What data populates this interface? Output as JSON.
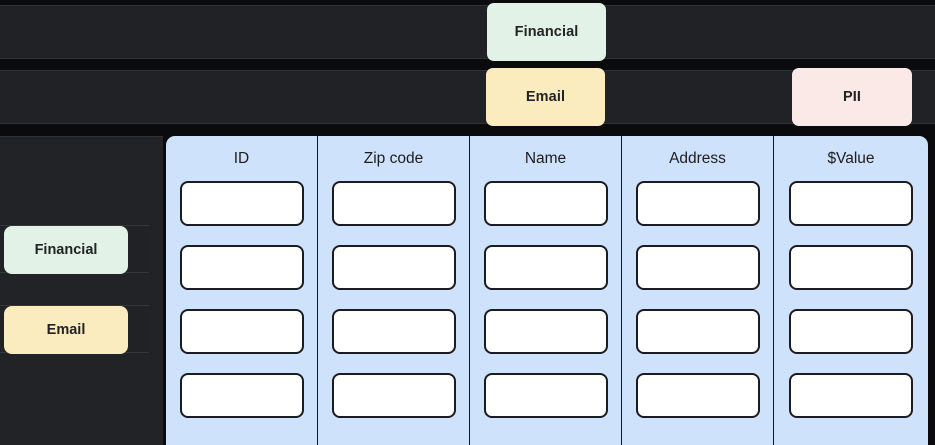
{
  "theme": {
    "page_background": "#0b0b0d",
    "row_background": "#212225",
    "sidebar_background": "#222326",
    "column_background": "#cfe2fb",
    "cell_background": "#ffffff",
    "cell_border": "#1b1c1f",
    "chip_text_color": "#232326"
  },
  "tag_rows": [
    {
      "name": "tag-row-0",
      "chips": [
        {
          "label": "Financial",
          "color": "#e2f2e7",
          "category": "financial"
        }
      ]
    },
    {
      "name": "tag-row-1",
      "chips": [
        {
          "label": "Email",
          "color": "#fbecc0",
          "category": "email"
        },
        {
          "label": "PII",
          "color": "#fbe9e7",
          "category": "pii"
        }
      ]
    }
  ],
  "sidebar": {
    "items": [
      {
        "label": "Financial",
        "color": "#e2f2e7",
        "category": "financial"
      },
      {
        "label": "Email",
        "color": "#fbecc0",
        "category": "email"
      }
    ]
  },
  "table": {
    "columns": [
      {
        "header": "ID",
        "key": "id"
      },
      {
        "header": "Zip code",
        "key": "zip_code"
      },
      {
        "header": "Name",
        "key": "name"
      },
      {
        "header": "Address",
        "key": "address"
      },
      {
        "header": "$Value",
        "key": "value"
      }
    ],
    "row_count": 4,
    "rows": [
      {
        "id": "",
        "zip_code": "",
        "name": "",
        "address": "",
        "value": ""
      },
      {
        "id": "",
        "zip_code": "",
        "name": "",
        "address": "",
        "value": ""
      },
      {
        "id": "",
        "zip_code": "",
        "name": "",
        "address": "",
        "value": ""
      },
      {
        "id": "",
        "zip_code": "",
        "name": "",
        "address": "",
        "value": ""
      }
    ]
  }
}
